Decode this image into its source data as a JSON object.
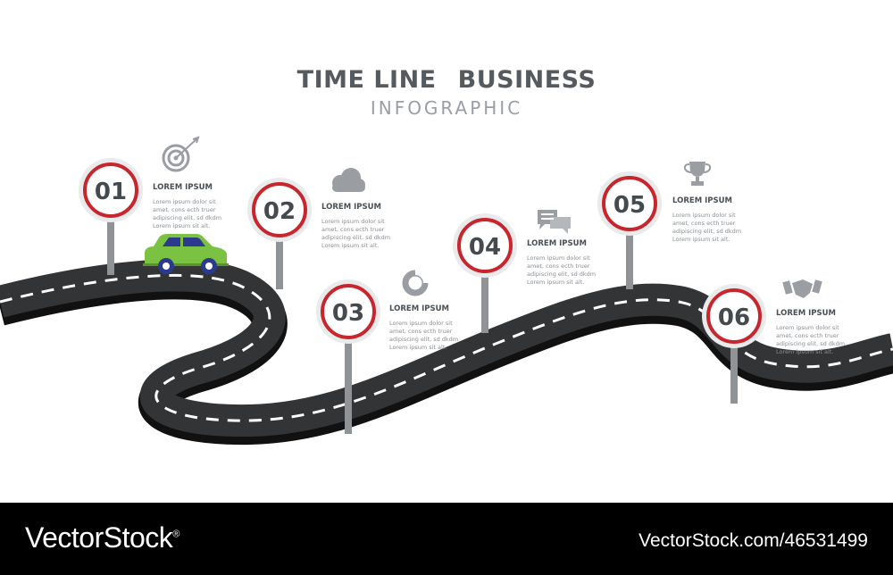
{
  "title": {
    "part1": "TIME LINE",
    "part2": "BUSINESS",
    "subtitle": "INFOGRAPHIC"
  },
  "colors": {
    "road": "#333436",
    "road_shadow": "#111111",
    "sign_ring": "#c8262c",
    "sign_face": "#e9eaeb",
    "pole": "#8f9396",
    "car_body": "#7cc242",
    "car_window": "#2b3a8c",
    "icon": "#9a9ea2"
  },
  "steps": [
    {
      "number": "01",
      "heading": "LOREM IPSUM",
      "body": [
        "Lorem ipsum dolor sit",
        "amet, cons ecth truer",
        "adipiscing elit, sd dkdm",
        "Lorem ipsum sit alt."
      ],
      "icon": "target-icon"
    },
    {
      "number": "02",
      "heading": "LOREM IPSUM",
      "body": [
        "Lorem ipsum dolor sit",
        "amet, cons ecth truer",
        "adipiscing elit, sd dkdm",
        "Lorem ipsum sit alt."
      ],
      "icon": "cloud-icon"
    },
    {
      "number": "03",
      "heading": "LOREM IPSUM",
      "body": [
        "Lorem ipsum dolor sit",
        "amet, cons ecth truer",
        "adipiscing elit, sd dkdm",
        "Lorem ipsum sit alt."
      ],
      "icon": "donut-chart-icon"
    },
    {
      "number": "04",
      "heading": "LOREM IPSUM",
      "body": [
        "Lorem ipsum dolor sit",
        "amet, cons ecth truer",
        "adipiscing elit, sd dkdm",
        "Lorem ipsum sit alt."
      ],
      "icon": "chat-bubbles-icon"
    },
    {
      "number": "05",
      "heading": "LOREM IPSUM",
      "body": [
        "Lorem ipsum dolor sit",
        "amet, cons ecth truer",
        "adipiscing elit, sd dkdm",
        "Lorem ipsum sit alt."
      ],
      "icon": "trophy-icon"
    },
    {
      "number": "06",
      "heading": "LOREM IPSUM",
      "body": [
        "Lorem ipsum dolor sit",
        "amet, cons ecth truer",
        "adipiscing elit, sd dkdm",
        "Lorem ipsum sit alt."
      ],
      "icon": "handshake-icon"
    }
  ],
  "footer": {
    "brand": "VectorStock",
    "brand_mark": "®",
    "credit": "VectorStock.com/46531499"
  }
}
